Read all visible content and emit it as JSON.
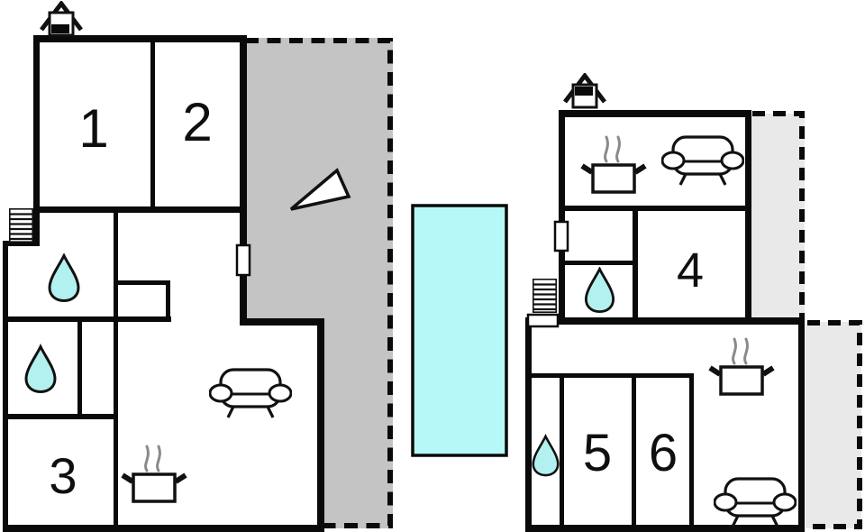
{
  "plan": {
    "type": "floor-plan",
    "rooms": {
      "r1": "1",
      "r2": "2",
      "r3": "3",
      "r4": "4",
      "r5": "5",
      "r6": "6"
    }
  },
  "colors": {
    "background": "#ffffff",
    "wall": "#0a0a0a",
    "terrace_dark": "#c4c4c4",
    "terrace_light": "#e9e9e9",
    "pool": "#b6f8f8",
    "water_drop": "#b2f1ef",
    "steam": "#8a8a8a",
    "icon_fill": "#ffffff"
  },
  "icons": {
    "chimney-icon": "pitched roof with chimney box",
    "stairs-icon": "staircase rungs",
    "water-drop-icon": "teardrop = bathroom/shower",
    "sofa-icon": "sofa with round armrests = living area",
    "cooking-pot-icon": "steaming pot = kitchen",
    "door-icon": "white rectangle wall opening",
    "pointer-icon": "white triangle pointer on terrace",
    "pool-icon": "rectangular swimming pool",
    "terrace-icon": "gray area with dashed boundary"
  }
}
